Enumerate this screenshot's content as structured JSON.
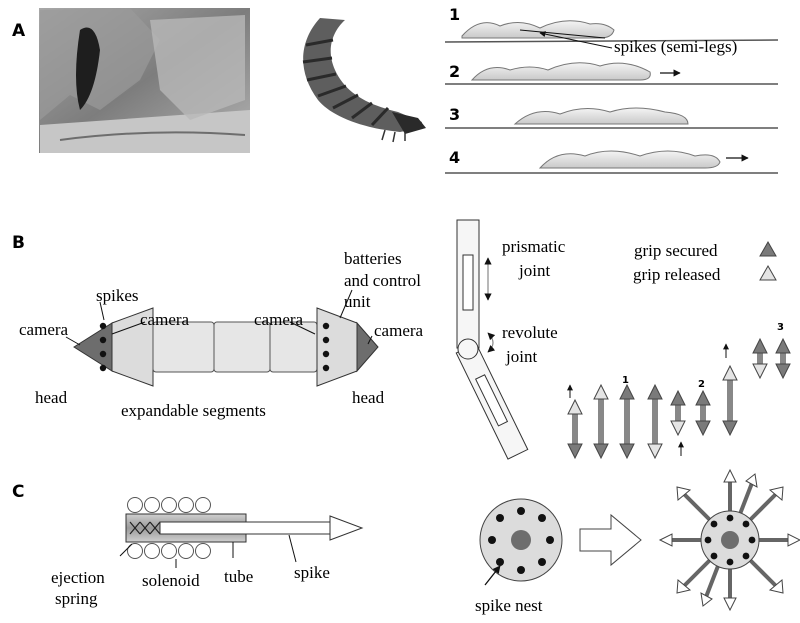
{
  "panels": {
    "a": "A",
    "b": "B",
    "c": "C"
  },
  "panel_a": {
    "step_numbers": [
      "1",
      "2",
      "3",
      "4"
    ],
    "spikes_label": "spikes (semi-legs)"
  },
  "panel_b": {
    "spikes": "spikes",
    "camera": "camera",
    "batteries_line1": "batteries",
    "batteries_line2": "and control",
    "batteries_line3": "unit",
    "head": "head",
    "expandable": "expandable segments",
    "prismatic_line1": "prismatic",
    "prismatic_line2": "joint",
    "revolute_line1": "revolute",
    "revolute_line2": "joint",
    "grip_secured": "grip secured",
    "grip_released": "grip released",
    "phase_numbers": [
      "1",
      "2",
      "3"
    ]
  },
  "panel_c": {
    "ejection_line1": "ejection",
    "ejection_line2": "spring",
    "solenoid": "solenoid",
    "tube": "tube",
    "spike": "spike",
    "spike_nest": "spike nest"
  },
  "colors": {
    "grip_secured": "#7a7a7a",
    "grip_released": "#e4e4e4",
    "body_fill": "#e2e2e2",
    "photo_rock": "#8c8c8c"
  }
}
